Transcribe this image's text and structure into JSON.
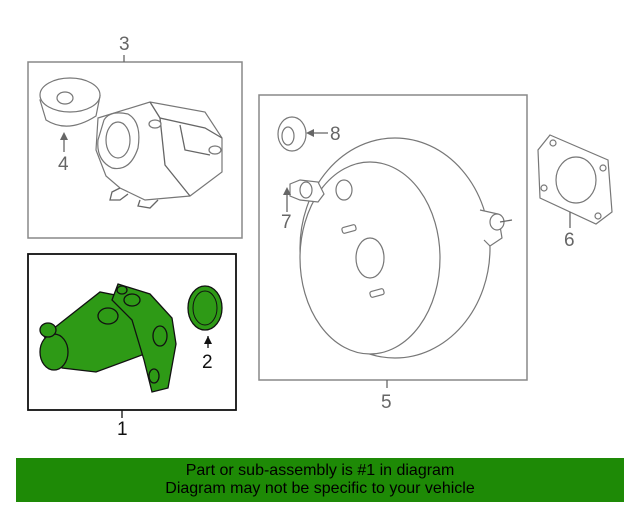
{
  "callouts": {
    "c1": "1",
    "c2": "2",
    "c3": "3",
    "c4": "4",
    "c5": "5",
    "c6": "6",
    "c7": "7",
    "c8": "8"
  },
  "footer": {
    "line1": "Part or sub-assembly is #1 in diagram",
    "line2": "Diagram may not be specific to your vehicle"
  },
  "colors": {
    "highlight": "#2e9a16",
    "footer_bg": "#1e8a06"
  }
}
